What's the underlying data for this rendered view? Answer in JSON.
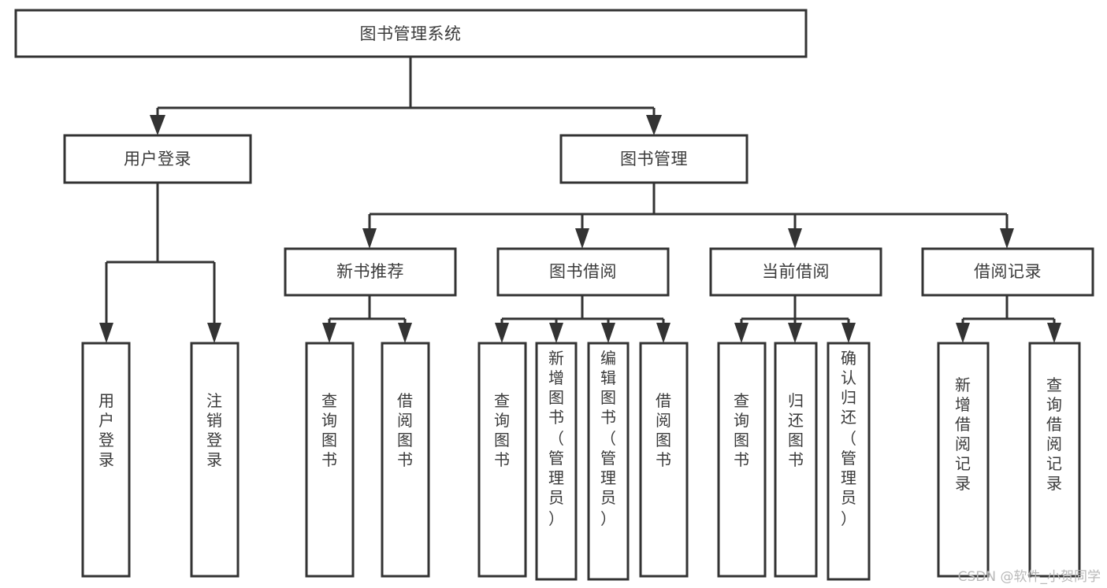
{
  "diagram": {
    "type": "tree-hierarchy",
    "orientation": "top-down",
    "title": "图书管理系统",
    "colors": {
      "box_stroke": "#333333",
      "box_fill": "#ffffff",
      "text": "#3b3b3b",
      "background": "#ffffff",
      "watermark": "#b9b9b9"
    },
    "levels": [
      {
        "level": 1,
        "nodes": [
          {
            "id": "root",
            "label": "图书管理系统",
            "orientation": "horizontal"
          }
        ]
      },
      {
        "level": 2,
        "nodes": [
          {
            "id": "login",
            "label": "用户登录",
            "orientation": "horizontal",
            "parent": "root"
          },
          {
            "id": "bookmgmt",
            "label": "图书管理",
            "orientation": "horizontal",
            "parent": "root"
          }
        ]
      },
      {
        "level": 3,
        "nodes": [
          {
            "id": "newbook",
            "label": "新书推荐",
            "orientation": "horizontal",
            "parent": "bookmgmt"
          },
          {
            "id": "borrow",
            "label": "图书借阅",
            "orientation": "horizontal",
            "parent": "bookmgmt"
          },
          {
            "id": "current",
            "label": "当前借阅",
            "orientation": "horizontal",
            "parent": "bookmgmt"
          },
          {
            "id": "records",
            "label": "借阅记录",
            "orientation": "horizontal",
            "parent": "bookmgmt"
          }
        ]
      },
      {
        "level": 4,
        "nodes": [
          {
            "id": "leaf-user-login",
            "label": "用户登录",
            "orientation": "vertical",
            "parent": "login"
          },
          {
            "id": "leaf-user-logout",
            "label": "注销登录",
            "orientation": "vertical",
            "parent": "login"
          },
          {
            "id": "leaf-query-book-1",
            "label": "查询图书",
            "orientation": "vertical",
            "parent": "newbook"
          },
          {
            "id": "leaf-borrow-book-1",
            "label": "借阅图书",
            "orientation": "vertical",
            "parent": "newbook"
          },
          {
            "id": "leaf-query-book-2",
            "label": "查询图书",
            "orientation": "vertical",
            "parent": "borrow"
          },
          {
            "id": "leaf-add-book",
            "label": "新增图书（管理员）",
            "orientation": "vertical",
            "parent": "borrow"
          },
          {
            "id": "leaf-edit-book",
            "label": "编辑图书（管理员）",
            "orientation": "vertical",
            "parent": "borrow"
          },
          {
            "id": "leaf-borrow-book-2",
            "label": "借阅图书",
            "orientation": "vertical",
            "parent": "borrow"
          },
          {
            "id": "leaf-query-book-3",
            "label": "查询图书",
            "orientation": "vertical",
            "parent": "current"
          },
          {
            "id": "leaf-return-book",
            "label": "归还图书",
            "orientation": "vertical",
            "parent": "current"
          },
          {
            "id": "leaf-confirm-return",
            "label": "确认归还（管理员）",
            "orientation": "vertical",
            "parent": "current"
          },
          {
            "id": "leaf-add-record",
            "label": "新增借阅记录",
            "orientation": "vertical",
            "parent": "records"
          },
          {
            "id": "leaf-query-record",
            "label": "查询借阅记录",
            "orientation": "vertical",
            "parent": "records"
          }
        ]
      }
    ]
  },
  "watermark": {
    "text": "CSDN @软件_小贺同学"
  }
}
